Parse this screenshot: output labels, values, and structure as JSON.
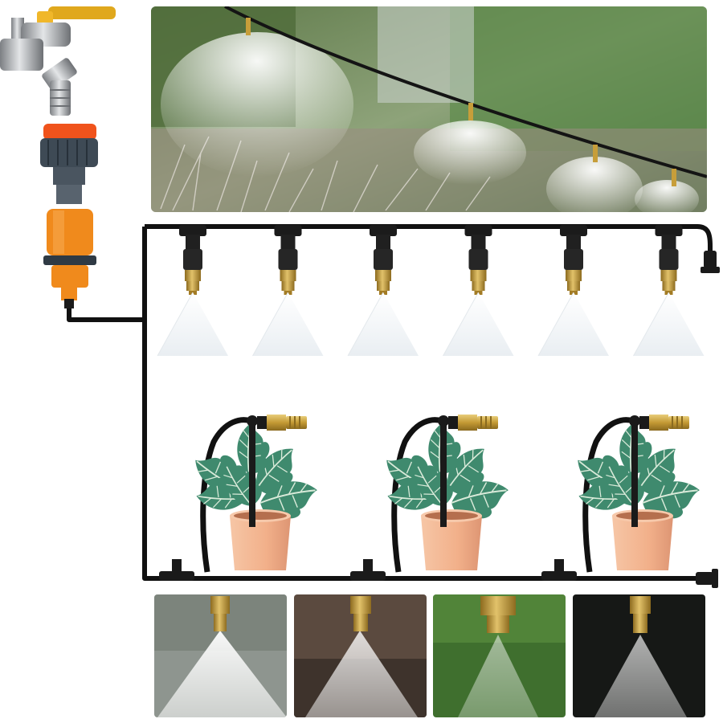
{
  "product": {
    "name": "",
    "colors": {
      "background": "#ffffff",
      "tubing": "#111111",
      "brass": "#c9a13b",
      "connector_orange": "#f08a1c",
      "connector_gray": "#4a5560",
      "leaf_green": "#3f8a6e",
      "pot": "#f2b48e",
      "spray": "#eef2f4"
    }
  },
  "top_photo": {
    "subject": "misting-line-in-garden"
  },
  "nozzle_row": {
    "count": 6
  },
  "plant_row": {
    "count": 3
  },
  "sample_photos": [
    {
      "tone": "gray-garden"
    },
    {
      "tone": "brown-ground"
    },
    {
      "tone": "green-lawn"
    },
    {
      "tone": "dark-night"
    }
  ]
}
